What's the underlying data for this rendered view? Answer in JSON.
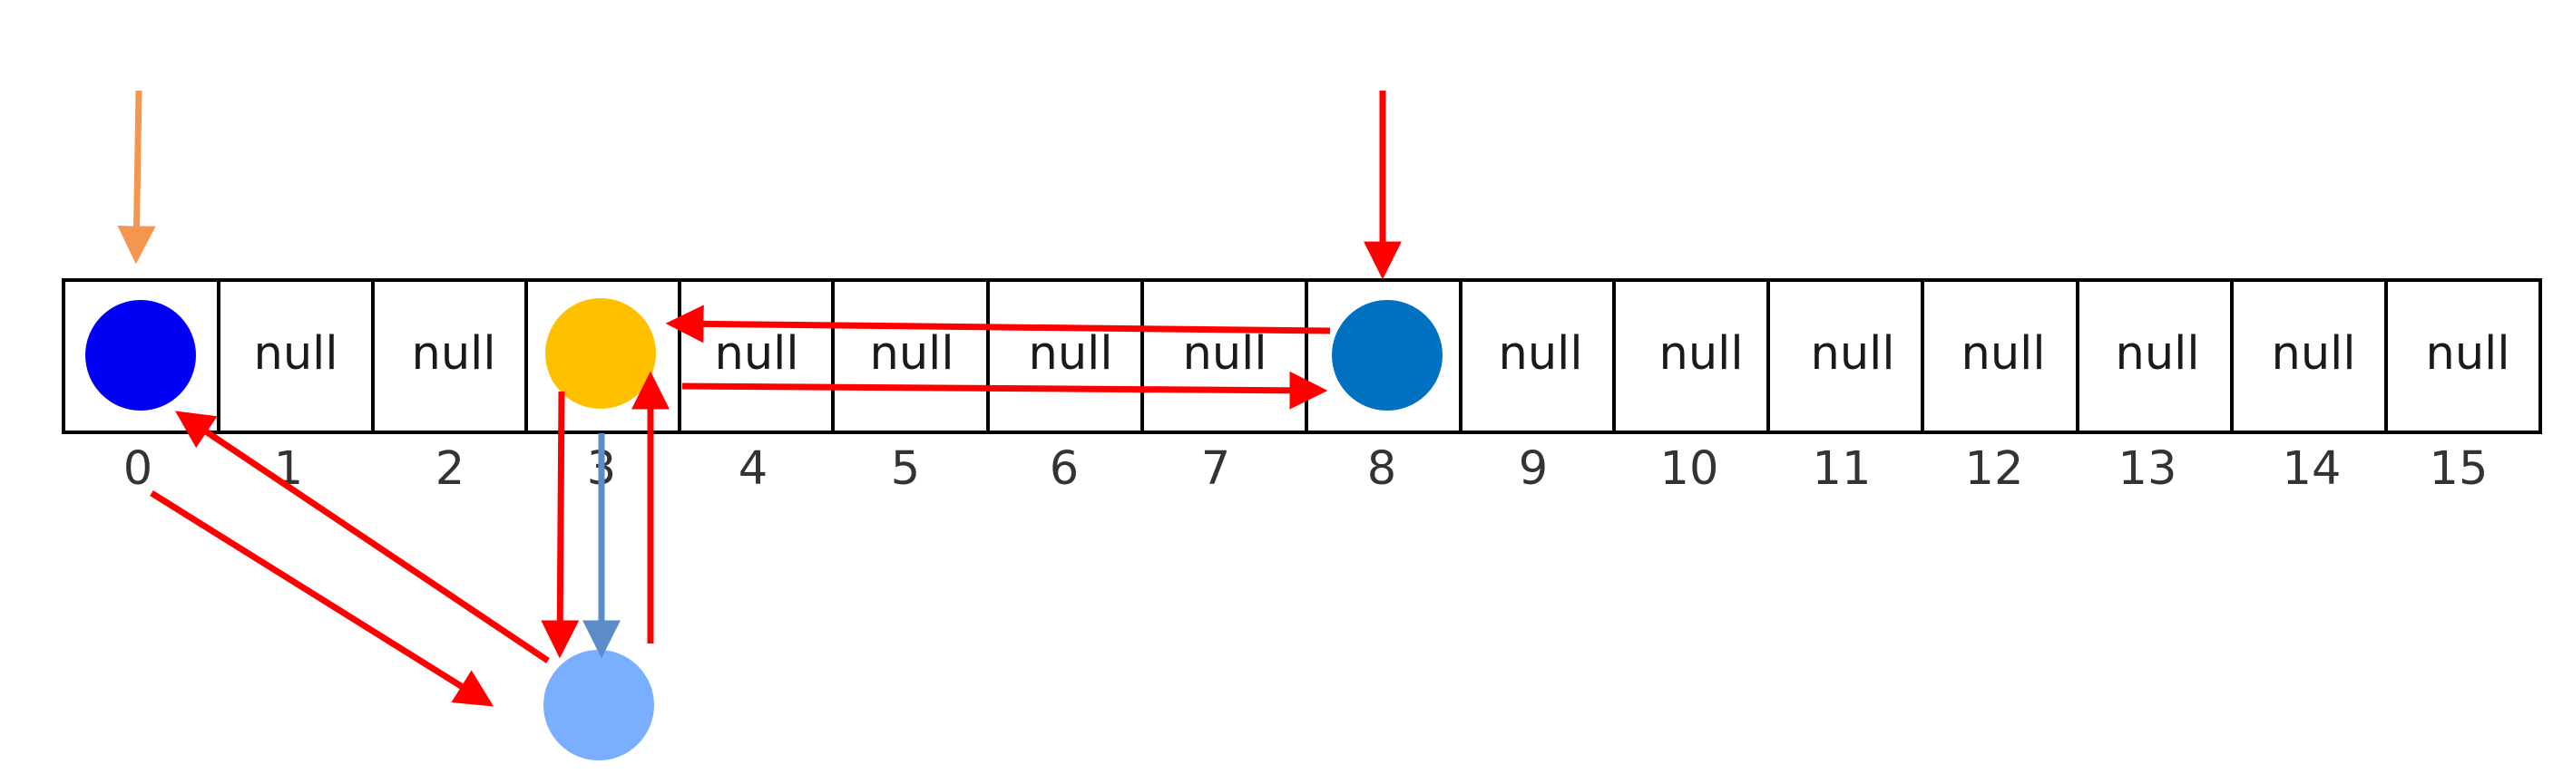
{
  "array": {
    "cells": [
      {
        "index": "0",
        "value": "",
        "node": "blue"
      },
      {
        "index": "1",
        "value": "null"
      },
      {
        "index": "2",
        "value": "null"
      },
      {
        "index": "3",
        "value": "",
        "node": "yellow"
      },
      {
        "index": "4",
        "value": "null"
      },
      {
        "index": "5",
        "value": "null"
      },
      {
        "index": "6",
        "value": "null"
      },
      {
        "index": "7",
        "value": "null"
      },
      {
        "index": "8",
        "value": "",
        "node": "mid-blue"
      },
      {
        "index": "9",
        "value": "null"
      },
      {
        "index": "10",
        "value": "null"
      },
      {
        "index": "11",
        "value": "null"
      },
      {
        "index": "12",
        "value": "null"
      },
      {
        "index": "13",
        "value": "null"
      },
      {
        "index": "14",
        "value": "null"
      },
      {
        "index": "15",
        "value": "null"
      }
    ]
  },
  "colors": {
    "grid": "#000000",
    "node_blue": "#0000F4",
    "node_yellow": "#FFC000",
    "node_mid_blue": "#0070C0",
    "node_light_blue": "#7AAEFF",
    "arrow_red": "#FF0000",
    "arrow_orange": "#F4964F",
    "arrow_steel": "#5B8BC8"
  }
}
